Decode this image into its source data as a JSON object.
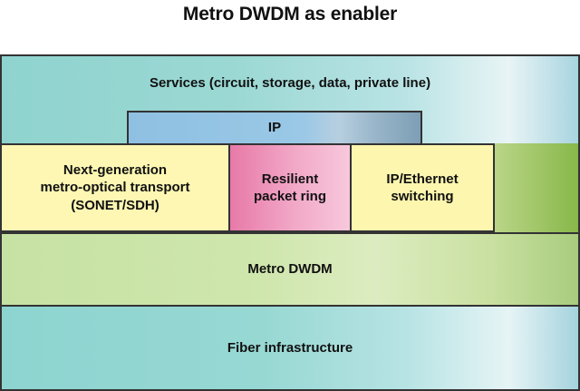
{
  "title": "Metro DWDM as enabler",
  "layers": {
    "services": "Services (circuit, storage, data, private line)",
    "ip": "IP",
    "transport": {
      "line1": "Next-generation",
      "line2": "metro-optical transport",
      "line3": "(SONET/SDH)"
    },
    "rpr": {
      "line1": "Resilient",
      "line2": "packet ring"
    },
    "ip_ethernet": {
      "line1": "IP/Ethernet",
      "line2": "switching"
    },
    "dwdm": "Metro DWDM",
    "fiber": "Fiber infrastructure"
  }
}
